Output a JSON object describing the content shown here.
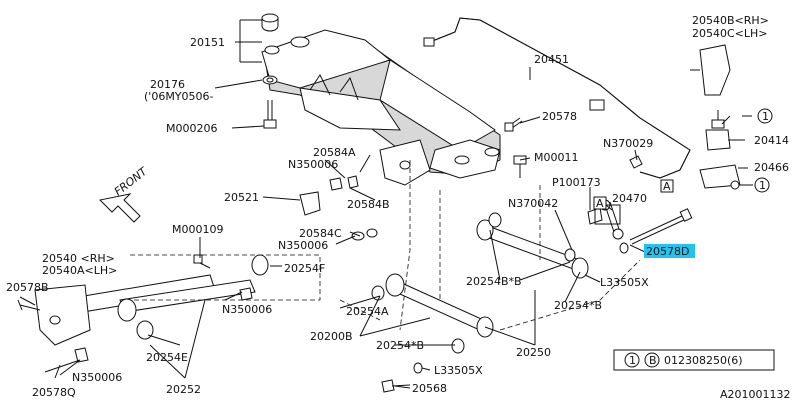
{
  "colors": {
    "highlight": "#22c3f0",
    "ink": "#111111"
  },
  "callouts": {
    "c20151": "20151",
    "c20176": "20176",
    "c06my": "('06MY0506-",
    "cM000206": "M000206",
    "c20584A": "20584A",
    "cN350006a": "N350006",
    "cFront": "FRONT",
    "c20521": "20521",
    "c20584B": "20584B",
    "c20584C": "20584C",
    "cN350006b": "N350006",
    "cM000109": "M000109",
    "c20254F": "20254F",
    "c20540": "20540 <RH>",
    "c20540A": "20540A<LH>",
    "c20578B": "20578B",
    "cN350006c": "N350006",
    "c20254E": "20254E",
    "cN350006d": "N350006",
    "c20578Q": "20578Q",
    "c20252": "20252",
    "c20451": "20451",
    "c20540B": "20540B<RH>",
    "c20540C": "20540C<LH>",
    "c20578": "20578",
    "cN370029": "N370029",
    "c20414": "20414",
    "c20466": "20466",
    "cM00011": "M00011",
    "cP100173": "P100173",
    "c20470": "20470",
    "cN370042": "N370042",
    "c20578D": "20578D",
    "c20254Ba": "20254B*B",
    "cL33505Xa": "L33505X",
    "c20254Bb": "20254*B",
    "c20254A": "20254A",
    "c20250": "20250",
    "c20200B": "20200B",
    "c20254Bc": "20254*B",
    "cL33505Xb": "L33505X",
    "c20568": "20568",
    "boxA1": "A",
    "boxA2": "A",
    "one1": "1",
    "one2": "1",
    "legend_one": "1",
    "legend_b": "B",
    "legend_code": "012308250(6)",
    "diagram_id": "A201001132"
  }
}
